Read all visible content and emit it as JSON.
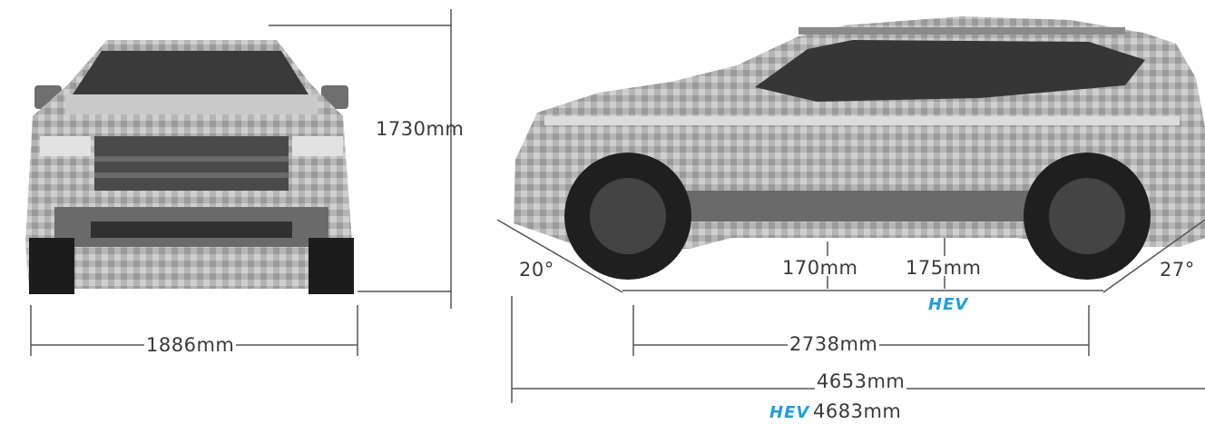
{
  "colors": {
    "line": "#555555",
    "hev_accent": "#1e9ee0",
    "car_body": "#bdbdbd",
    "car_dark": "#3c3c3c",
    "car_glass": "#2e2e2e"
  },
  "labels": {
    "front_height": "1730mm",
    "front_width": "1886mm",
    "approach_angle": "20°",
    "departure_angle": "27°",
    "ground_clearance_1": "170mm",
    "ground_clearance_2": "175mm",
    "hev_badge": "HEV",
    "wheelbase": "2738mm",
    "length": "4653mm",
    "hev_badge_length": "HEV",
    "length_hev": "4683mm"
  }
}
